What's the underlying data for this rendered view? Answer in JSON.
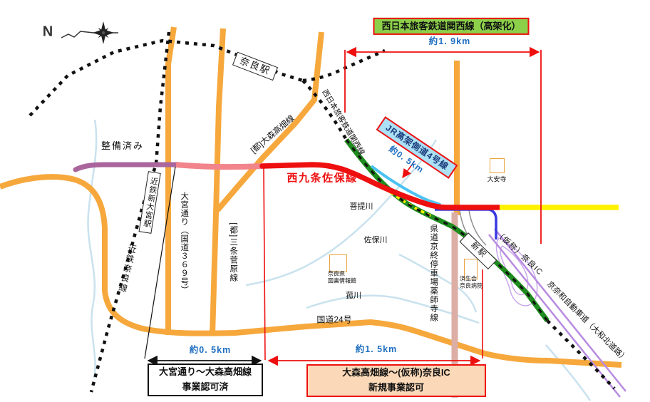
{
  "compass": {
    "label": "N"
  },
  "measurements": {
    "top_19km": "約1. 9km",
    "side_05km": "約0. 5km",
    "bottom_05km": "約0. 5km",
    "bottom_15km": "約1. 5km"
  },
  "labels": {
    "jr_kansai_elevated_box": "西日本旅客鉄道関西線（高架化）",
    "jr_kansai_line": "西日本旅客鉄道関西線",
    "jr_side_road_box": "JR高架側道4号線",
    "nara_station": "奈良駅",
    "kintetsu_shin_omiya_station": "近鉄新大宮駅",
    "new_station": "新駅",
    "kintetsu_nara_line": "近鉄奈良線",
    "seibizumi": "整備済み",
    "nishikujo_saho_line": "西九条佐保線",
    "omori_takabatake_line": "[都]大森高畑線",
    "sanjo_sugawara_line": "[都]三条菅原線",
    "omiya_dori": "大宮通り（国道３６９号）",
    "kendo_kyobate": "県道京終停車場薬師寺線",
    "route24": "国道24号",
    "bodai_river": "菩提川",
    "saho_river": "佐保川",
    "komo_river": "菰川",
    "daianji": "大安寺",
    "library": "奈良県\n図書情報館",
    "hospital": "済生会\n奈良病院",
    "nara_ic": "（仮称）奈良IC",
    "keinawa_expressway": "京奈和自動車道（大和北道路）"
  },
  "notes": {
    "approved_box": "大宮通り～大森高畑線\n事業認可済",
    "new_project_box": "大森高畑線～(仮称)奈良IC\n新規事業認可"
  },
  "colors": {
    "road_orange": "#F6A83C",
    "planned_red": "#EE0F0F",
    "completed_purple": "#A9659C",
    "approved_pink_section": "#F2848B",
    "rail_green": "#1E8C1E",
    "side_road_light_blue": "#4CC2F2",
    "ramp_blue": "#3838E0",
    "expressway_violet": "#B88BE0",
    "yellow_section": "#FFF100",
    "river_blue": "#C9E2EE",
    "kendo_tan": "#DCAEA5",
    "measure_text_blue": "#1F6FC0",
    "legend_green_bg": "#8CD04A",
    "legend_blue_bg": "#ABE0F5",
    "note_peach_bg": "#FBD9B8"
  }
}
